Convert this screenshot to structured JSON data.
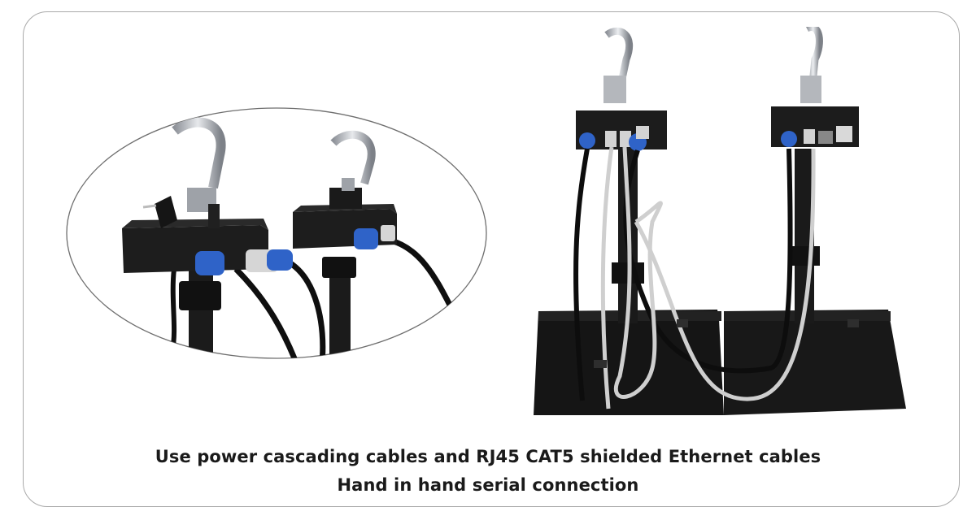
{
  "caption": {
    "line1": "Use power cascading cables and RJ45 CAT5 shielded Ethernet cables",
    "line2": "Hand in hand serial connection"
  },
  "colors": {
    "frame_border": "#a9a9a9",
    "box_black": "#1c1c1c",
    "connector_blue": "#2f63c8",
    "cable_gray": "#cfcfcf",
    "clamp_silver": "#c9ccd1"
  },
  "icons": [
    "closeup-photo",
    "stands-photo"
  ]
}
